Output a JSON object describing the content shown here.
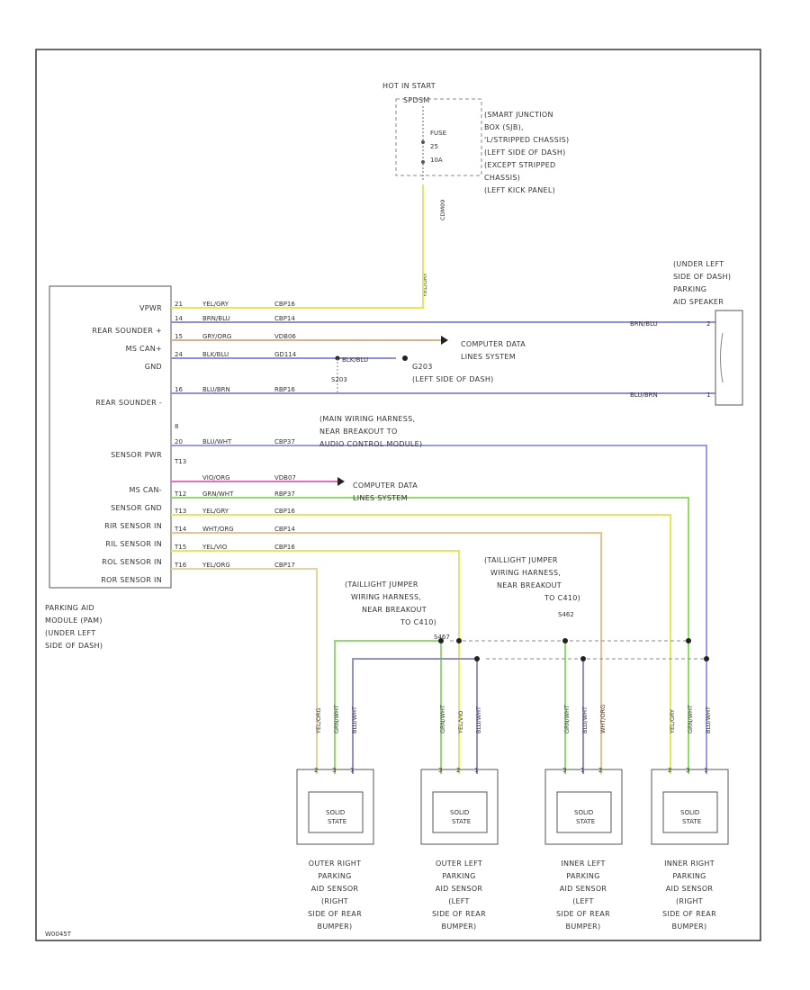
{
  "colors": {
    "yellow": "#e6e65c",
    "yellow_light": "#e9e88a",
    "purple": "#8f8fd6",
    "tan": "#d2b48c",
    "pink": "#ea6bc0",
    "green": "#8ede6a",
    "orange": "#efc08e",
    "light_orange": "#efcf9a",
    "frame": "#444444"
  },
  "fuse_block": {
    "header": "HOT IN START",
    "sub": "SPDSM",
    "fuse_lines": [
      "FUSE",
      "25",
      "10A"
    ],
    "desc_lines": [
      "(SMART JUNCTION",
      "BOX (SJB),",
      "'L/STRIPPED CHASSIS)",
      "(LEFT SIDE OF DASH)",
      "(EXCEPT STRIPPED",
      "CHASSIS)",
      "(LEFT KICK PANEL)"
    ],
    "circuit": "CDM09",
    "wire_label": "YEL/GRY"
  },
  "module": {
    "pin_labels": [
      "VPWR",
      "REAR SOUNDER +",
      "MS CAN+",
      "GND",
      "",
      "REAR SOUNDER -",
      "",
      "",
      "SENSOR PWR",
      "",
      "MS CAN-",
      "SENSOR GND",
      "RIR SENSOR IN",
      "RIL SENSOR IN",
      "ROL SENSOR IN",
      "ROR SENSOR IN"
    ],
    "pins": [
      "21",
      "14",
      "15",
      "24",
      "",
      "16",
      "",
      "8",
      "20",
      "T13",
      "",
      "T12",
      "T13",
      "T14",
      "T15",
      "T16"
    ],
    "caption_lines": [
      "PARKING AID",
      "MODULE (PAM)",
      "(UNDER LEFT",
      "SIDE OF DASH)"
    ]
  },
  "wires": [
    {
      "color_label": "YEL/GRY",
      "circuit": "CBP16"
    },
    {
      "color_label": "BRN/BLU",
      "circuit": "CBP14"
    },
    {
      "color_label": "GRY/ORG",
      "circuit": "VDB06"
    },
    {
      "color_label": "BLK/BLU",
      "circuit": "GD114"
    },
    {
      "color_label": "BLU/BRN",
      "circuit": "RBP16"
    },
    {
      "color_label": "BLU/WHT",
      "circuit": "CBP37"
    },
    {
      "color_label": "VIO/ORG",
      "circuit": "VDB07"
    },
    {
      "color_label": "GRN/WHT",
      "circuit": "RBP37"
    },
    {
      "color_label": "YEL/GRY",
      "circuit": "CBP16"
    },
    {
      "color_label": "WHT/ORG",
      "circuit": "CBP14"
    },
    {
      "color_label": "YEL/VIO",
      "circuit": "CBP16"
    },
    {
      "color_label": "YEL/ORG",
      "circuit": "CBP17"
    }
  ],
  "ground": {
    "wire_label": "BLK/BLU",
    "id": "G203",
    "location": "(LEFT SIDE OF DASH)",
    "splice": "S203"
  },
  "can_ref_top": [
    "COMPUTER DATA",
    "LINES SYSTEM"
  ],
  "can_ref_bottom": [
    "COMPUTER DATA",
    "LINES SYSTEM"
  ],
  "harness_note": [
    "(MAIN WIRING HARNESS,",
    "NEAR BREAKOUT TO",
    "AUDIO CONTROL MODULE)"
  ],
  "speaker": {
    "caption_lines": [
      "(UNDER LEFT",
      "SIDE OF DASH)",
      "PARKING",
      "AID SPEAKER"
    ],
    "wire_top": "BRN/BLU",
    "wire_bottom": "BLU/BRN",
    "pin_top": "2",
    "pin_bottom": "1"
  },
  "jumper_left": {
    "lines": [
      "(TAILLIGHT JUMPER",
      "WIRING HARNESS,",
      "NEAR BREAKOUT",
      "TO C410)"
    ],
    "splice": "S467"
  },
  "jumper_right": {
    "lines": [
      "(TAILLIGHT JUMPER",
      "WIRING HARNESS,",
      "NEAR BREAKOUT",
      "TO C410)"
    ],
    "splice": "S462"
  },
  "sensors": [
    {
      "wires": [
        "YEL/ORG",
        "GRN/WHT",
        "BLU/WHT"
      ],
      "pins": [
        "2",
        "3",
        "1"
      ],
      "inner": "SOLID",
      "inner2": "STATE",
      "caption": [
        "OUTER RIGHT",
        "PARKING",
        "AID SENSOR",
        "(RIGHT",
        "SIDE OF REAR",
        "BUMPER)"
      ]
    },
    {
      "wires": [
        "GRN/WHT",
        "YEL/VIO",
        "BLU/WHT"
      ],
      "pins": [
        "3",
        "2",
        "1"
      ],
      "inner": "SOLID",
      "inner2": "STATE",
      "caption": [
        "OUTER LEFT",
        "PARKING",
        "AID SENSOR",
        "(LEFT",
        "SIDE OF REAR",
        "BUMPER)"
      ]
    },
    {
      "wires": [
        "GRN/WHT",
        "BLU/WHT",
        "WHT/ORG"
      ],
      "pins": [
        "3",
        "1",
        "2"
      ],
      "inner": "SOLID",
      "inner2": "STATE",
      "caption": [
        "INNER LEFT",
        "PARKING",
        "AID SENSOR",
        "(LEFT",
        "SIDE OF REAR",
        "BUMPER)"
      ]
    },
    {
      "wires": [
        "YEL/GRY",
        "GRN/WHT",
        "BLU/WHT"
      ],
      "pins": [
        "2",
        "3",
        "1"
      ],
      "inner": "SOLID",
      "inner2": "STATE",
      "caption": [
        "INNER RIGHT",
        "PARKING",
        "AID SENSOR",
        "(RIGHT",
        "SIDE OF REAR",
        "BUMPER)"
      ]
    }
  ],
  "footer_code": "W0045T"
}
